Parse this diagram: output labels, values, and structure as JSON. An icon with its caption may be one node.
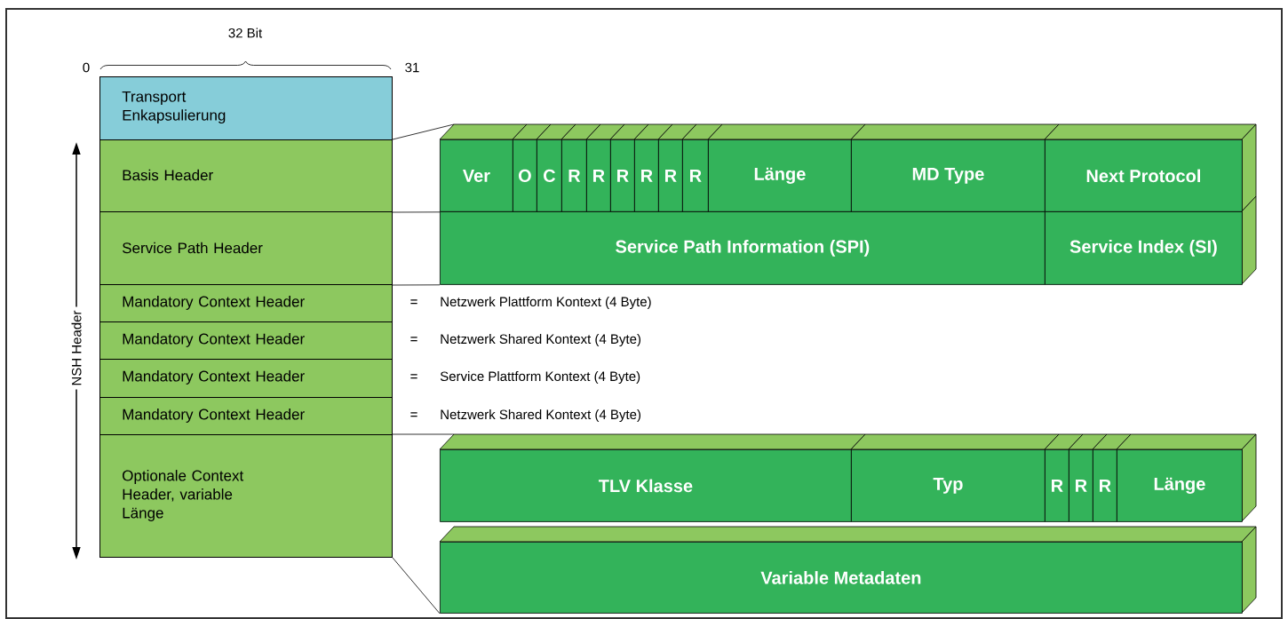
{
  "diagram": {
    "nodes": [
      {
        "text": [
          "Transport Enkapsulierung"
        ]
      },
      {
        "text": [
          "Basis Header"
        ]
      },
      {
        "text": [
          "Service Path Header"
        ]
      },
      {
        "text": [
          "Mandatory Context Header"
        ]
      },
      {
        "text": [
          "Mandatory Context Header"
        ]
      },
      {
        "text": [
          "Mandatory Context Header"
        ]
      },
      {
        "text": [
          "Mandatory Context Header"
        ]
      },
      {
        "text": [
          "Optionale Context Header, variable Länge"
        ]
      },
      {
        "text": [
          "Ver"
        ]
      },
      {
        "text": [
          "O"
        ]
      },
      {
        "text": [
          "C"
        ]
      },
      {
        "text": [
          "R"
        ]
      },
      {
        "text": [
          "R"
        ]
      },
      {
        "text": [
          "R"
        ]
      },
      {
        "text": [
          "R"
        ]
      },
      {
        "text": [
          "R"
        ]
      },
      {
        "text": [
          "R"
        ]
      },
      {
        "text": [
          "Länge"
        ]
      },
      {
        "text": [
          "MD Type"
        ]
      },
      {
        "text": [
          "Next Protocol"
        ]
      },
      {
        "text": [
          "Service Path Information (SPI)"
        ]
      },
      {
        "text": [
          "Service Index (SI)"
        ]
      },
      {
        "text": [
          "TLV Klasse"
        ]
      },
      {
        "text": [
          "Typ"
        ]
      },
      {
        "text": [
          "R"
        ]
      },
      {
        "text": [
          "R"
        ]
      },
      {
        "text": [
          "R"
        ]
      },
      {
        "text": [
          "Länge"
        ]
      },
      {
        "text": [
          "Variable Metadaten"
        ]
      }
    ],
    "edges": [
      {
        "from": 1,
        "to": 8,
        "arrow": "none"
      },
      {
        "from": 1,
        "to": 8,
        "arrow": "none"
      },
      {
        "from": 2,
        "to": 20,
        "arrow": "none"
      },
      {
        "from": 7,
        "to": 22,
        "arrow": "none"
      },
      {
        "from": 7,
        "to": 28,
        "arrow": "none"
      }
    ],
    "labels": [
      "32 Bit",
      "0",
      "31",
      "NSH Header",
      "=",
      "Netzwerk Plattform Kontext (4 Byte)",
      "=",
      "Netzwerk Shared Kontext (4 Byte)",
      "=",
      "Service Plattform Kontext (4 Byte)",
      "=",
      "Netzwerk Shared Kontext (4 Byte)"
    ]
  }
}
